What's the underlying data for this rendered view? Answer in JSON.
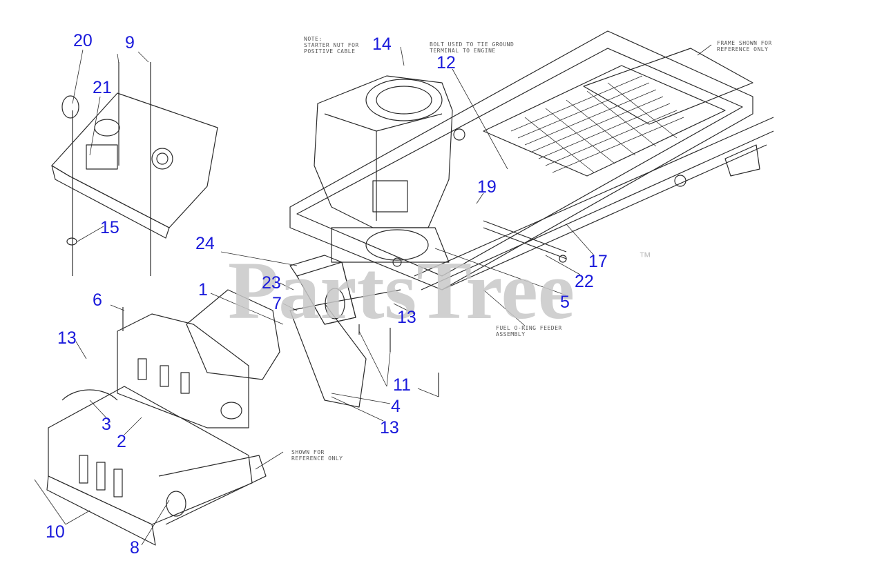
{
  "callouts": {
    "c1": "1",
    "c2": "2",
    "c3": "3",
    "c4": "4",
    "c5": "5",
    "c6": "6",
    "c7": "7",
    "c8": "8",
    "c9": "9",
    "c10": "10",
    "c11": "11",
    "c12": "12",
    "c13a": "13",
    "c13b": "13",
    "c13c": "13",
    "c14": "14",
    "c15": "15",
    "c17": "17",
    "c19": "19",
    "c20": "20",
    "c21": "21",
    "c22": "22",
    "c23": "23",
    "c24": "24"
  },
  "notes": {
    "starter": "NOTE:\nSTARTER NUT FOR\nPOSITIVE CABLE",
    "ground": "BOLT USED TO TIE GROUND\nTERMINAL TO ENGINE",
    "frame": "FRAME SHOWN FOR\nREFERENCE ONLY",
    "shown": "SHOWN FOR\nREFERENCE ONLY",
    "fuel": "FUEL O-RING FEEDER\nASSEMBLY"
  },
  "watermark": {
    "text": "PartsTree",
    "tm": "™"
  },
  "colors": {
    "callout": "#1a1adb",
    "line": "#2b2b2b",
    "watermark": "#c8c8c8"
  }
}
